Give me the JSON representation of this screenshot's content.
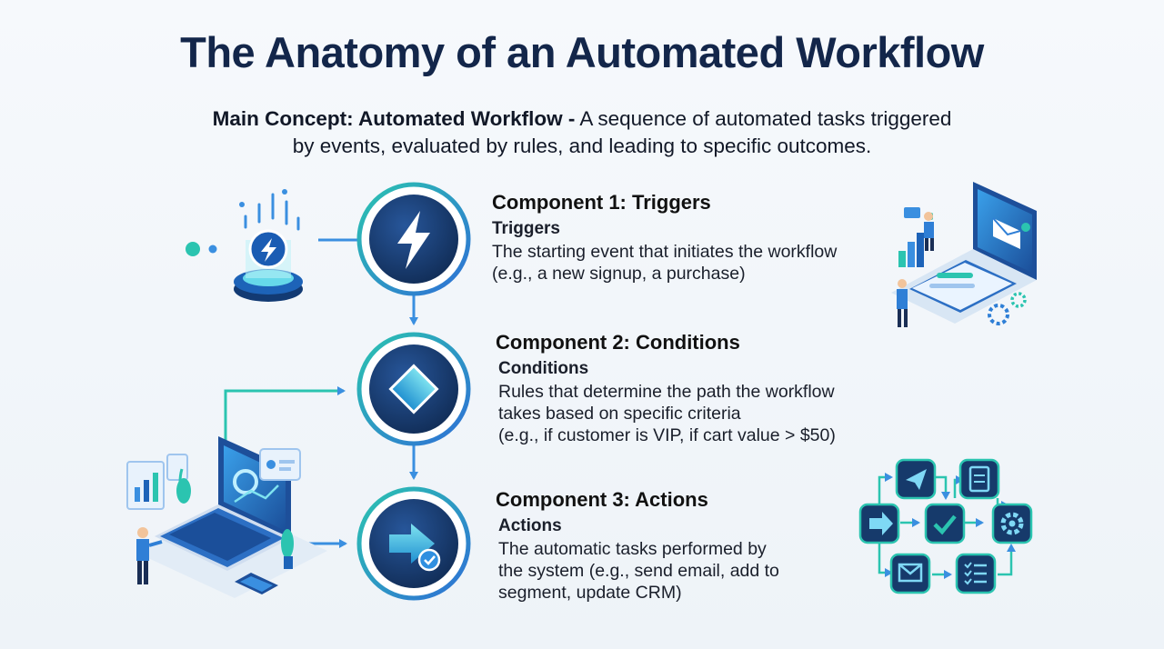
{
  "title": "The Anatomy of an Automated Workflow",
  "concept": {
    "label": "Main Concept: Automated Workflow -",
    "line1": "A sequence of automated tasks triggered",
    "line2": "by events, evaluated by rules, and leading to specific outcomes."
  },
  "components": [
    {
      "heading": "Component 1: Triggers",
      "subheading": "Triggers",
      "lines": [
        "The starting event that initiates the workflow",
        "(e.g., a new signup, a purchase)"
      ],
      "icon": "lightning-icon"
    },
    {
      "heading": "Component 2: Conditions",
      "subheading": "Conditions",
      "lines": [
        "Rules that determine the path the workflow",
        "takes based on specific criteria",
        "(e.g., if customer is VIP, if cart value > $50)"
      ],
      "icon": "diamond-icon"
    },
    {
      "heading": "Component 3: Actions",
      "subheading": "Actions",
      "lines": [
        "The automatic tasks performed by",
        "the system (e.g., send email, add to",
        "segment, update CRM)"
      ],
      "icon": "arrow-check-icon"
    }
  ],
  "colors": {
    "title": "#13264a",
    "node_dark": "#163a6b",
    "accent_blue": "#2f7fd6",
    "accent_teal": "#2bc4b0",
    "connector": "#3a8fe0"
  }
}
